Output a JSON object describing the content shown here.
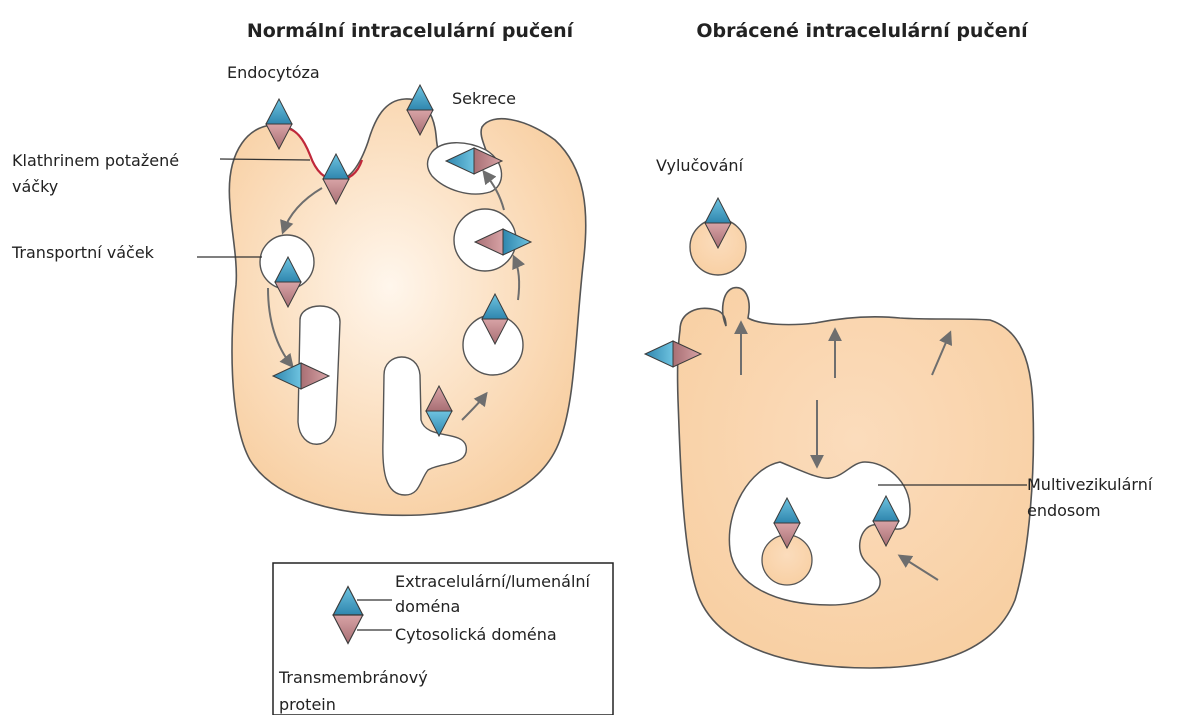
{
  "titles": {
    "left": "Normální intracelulární pučení",
    "right": "Obrácené intracelulární pučení"
  },
  "labels": {
    "endocytosis": "Endocytóza",
    "secretion": "Sekrece",
    "clathrin_line1": "Klathrinem potažené",
    "clathrin_line2": "váčky",
    "transport_vesicle": "Transportní váček",
    "excretion": "Vylučování",
    "mvb_line1": "Multivezikulární",
    "mvb_line2": "endosom"
  },
  "legend": {
    "extracellular_line1": "Extracelulární/lumenální",
    "extracellular_line2": "doména",
    "cytosolic": "Cytosolická doména",
    "protein_line1": "Transmembránový",
    "protein_line2": "protein"
  },
  "colors": {
    "cell_fill": "#f8cfa2",
    "cell_center": "#fff6ec",
    "extracellular_domain": "#3d9cc3",
    "cytosolic_domain": "#b98286",
    "membrane_stroke": "#555555",
    "clathrin_coat": "#c0283a",
    "arrow": "#6e6e6e"
  }
}
